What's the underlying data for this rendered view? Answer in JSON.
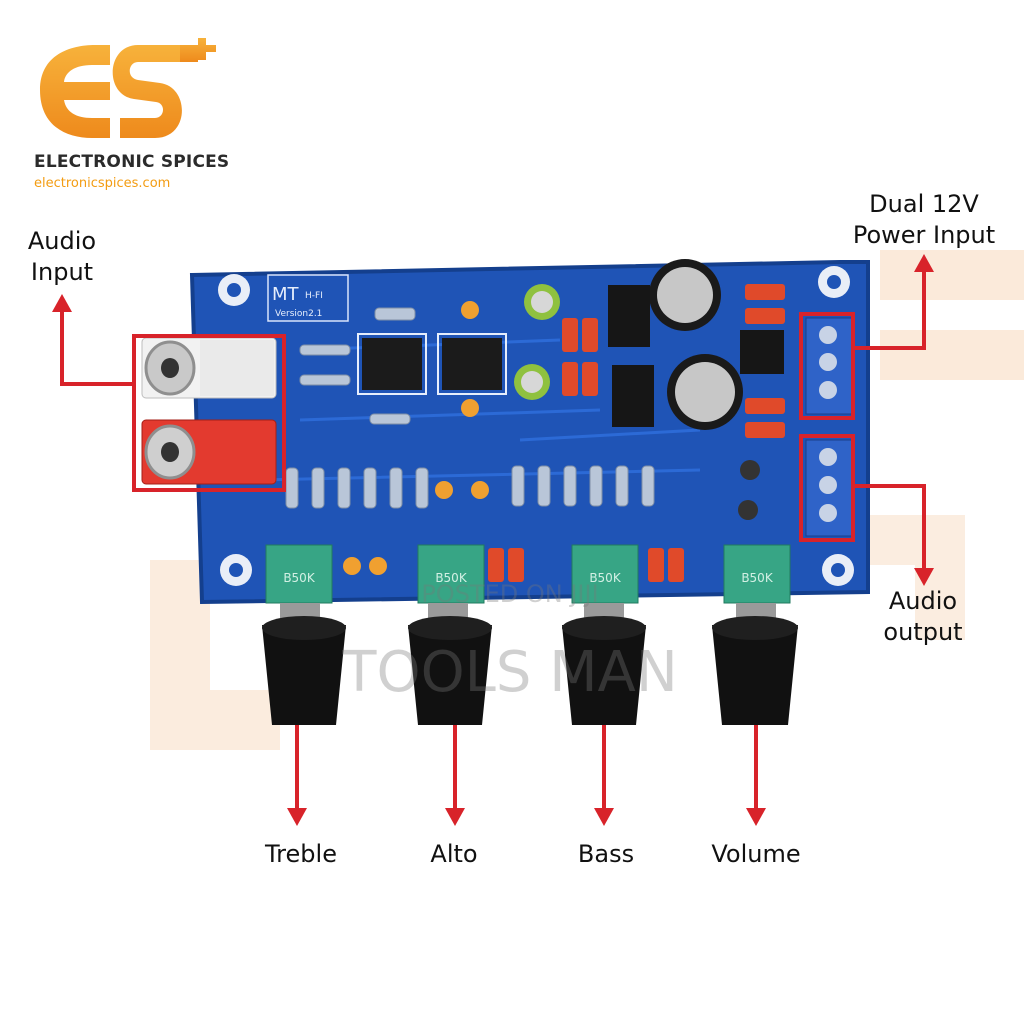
{
  "brand": {
    "name": "ELECTRONIC SPICES",
    "url": "electronicspices.com",
    "logo_colors": [
      "#f5a623",
      "#f08a1c"
    ]
  },
  "callouts": {
    "audio_input": [
      "Audio",
      "Input"
    ],
    "power_input": [
      "Dual 12V",
      "Power Input"
    ],
    "audio_output": [
      "Audio",
      "output"
    ]
  },
  "knobs": [
    "Treble",
    "Alto",
    "Bass",
    "Volume"
  ],
  "board": {
    "title": "MT",
    "subtitle": "H-FI",
    "version": "Version2.1",
    "pot_value": "B50K",
    "colors": {
      "pcb": "#1f54b6",
      "arrow": "#d8232a"
    }
  },
  "watermark": {
    "line1": "POSTED ON JIJI",
    "line2": "TOOLS MAN"
  }
}
